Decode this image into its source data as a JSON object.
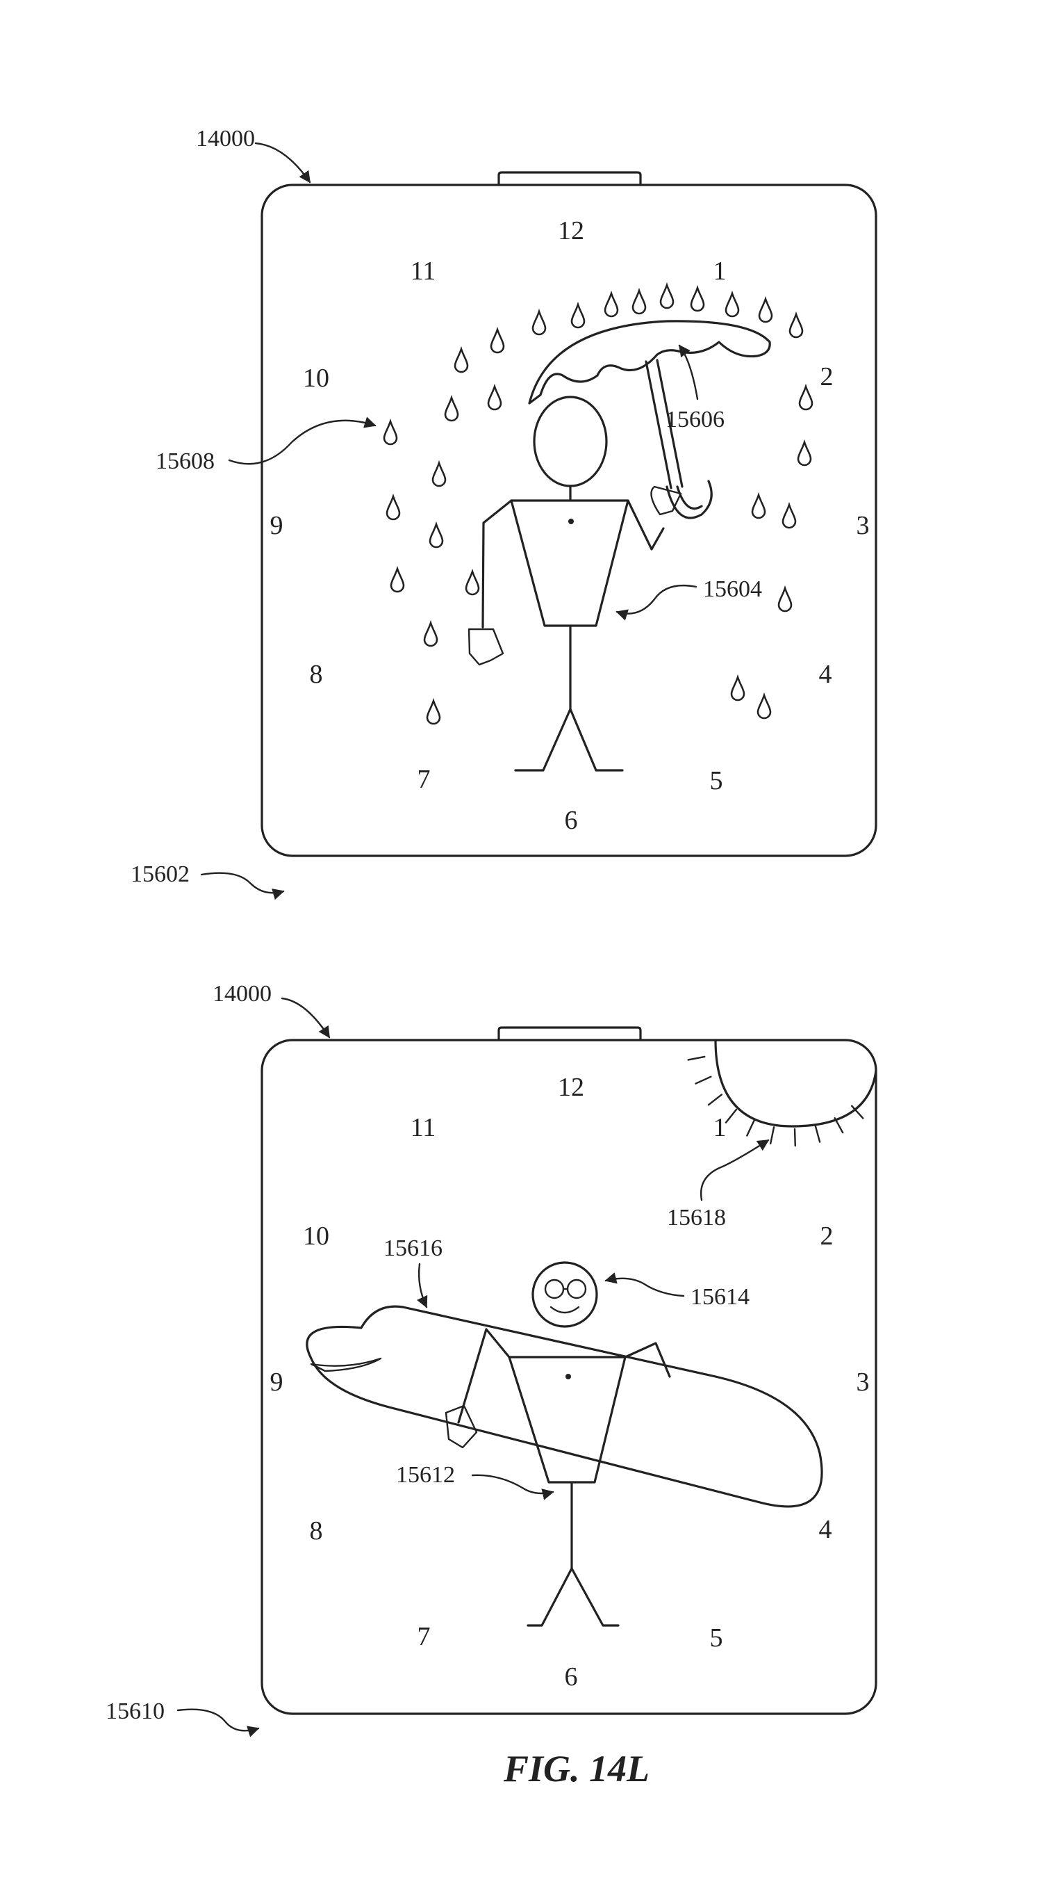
{
  "figure": {
    "caption": "FIG. 14L",
    "panels": [
      {
        "device_ref": "14000",
        "panel_ref": "15602",
        "figure_ref": "15604",
        "umbrella_ref": "15606",
        "rain_ref": "15608",
        "hours": [
          "12",
          "1",
          "2",
          "3",
          "4",
          "5",
          "6",
          "7",
          "8",
          "9",
          "10",
          "11"
        ]
      },
      {
        "device_ref": "14000",
        "panel_ref": "15610",
        "figure_ref": "15612",
        "glasses_ref": "15614",
        "surfboard_ref": "15616",
        "sun_ref": "15618",
        "hours": [
          "12",
          "1",
          "2",
          "3",
          "4",
          "5",
          "6",
          "7",
          "8",
          "9",
          "10",
          "11"
        ]
      }
    ]
  }
}
